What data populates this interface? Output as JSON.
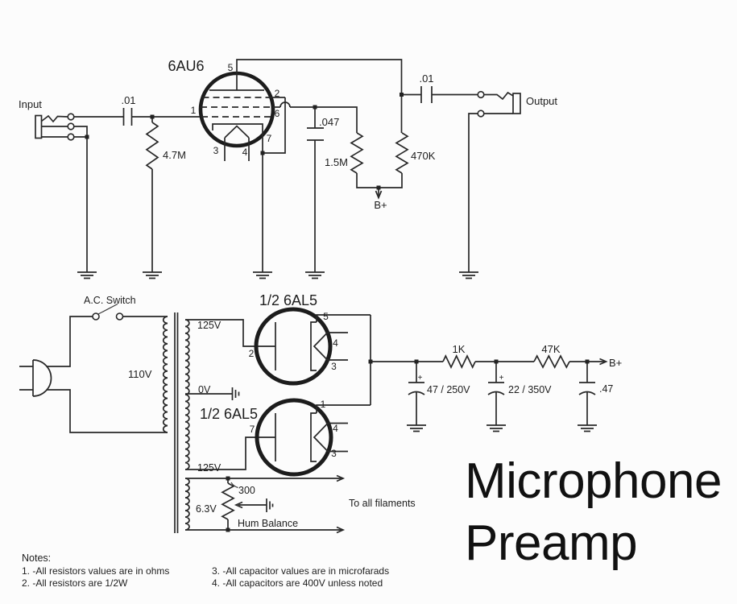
{
  "schematic_title": [
    "Microphone",
    "Preamp"
  ],
  "colors": {
    "ink": "#282828",
    "background": "#fcfcfc"
  },
  "preamp": {
    "input_label": "Input",
    "output_label": "Output",
    "tube": "6AU6",
    "input_cap": ".01",
    "output_cap": ".01",
    "grid_resistor": "4.7M",
    "screen_cap": ".047",
    "screen_resistor": "1.5M",
    "plate_resistor": "470K",
    "b_plus": "B+",
    "pins": {
      "p1": "1",
      "p2": "2",
      "p3": "3",
      "p4": "4",
      "p5": "5",
      "p6": "6",
      "p7": "7"
    }
  },
  "psu": {
    "ac_switch": "A.C. Switch",
    "primary_voltage": "110V",
    "hv_top": "125V",
    "hv_bottom": "125V",
    "center_tap": "0V",
    "rectifier_top": "1/2 6AL5",
    "rectifier_bottom": "1/2 6AL5",
    "top_pins": {
      "k": "2",
      "p": "5",
      "h1": "4",
      "h2": "3"
    },
    "bottom_pins": {
      "k": "7",
      "p": "1",
      "h1": "4",
      "h2": "3"
    },
    "filter_r1": "1K",
    "filter_r2": "47K",
    "c1_plus": "+",
    "c2_plus": "+",
    "filter_c1": "47 / 250V",
    "filter_c2": "22 / 350V",
    "filter_c3": ".47",
    "b_plus": "B+",
    "filament_voltage": "6.3V",
    "hum_pot": "300",
    "hum_label": "Hum Balance",
    "filament_note": "To all filaments"
  },
  "notes": {
    "heading": "Notes:",
    "items": [
      "1. -All resistors values are in ohms",
      "2. -All resistors are 1/2W",
      "3. -All capacitor values are in microfarads",
      "4. -All capacitors are 400V unless noted"
    ]
  }
}
